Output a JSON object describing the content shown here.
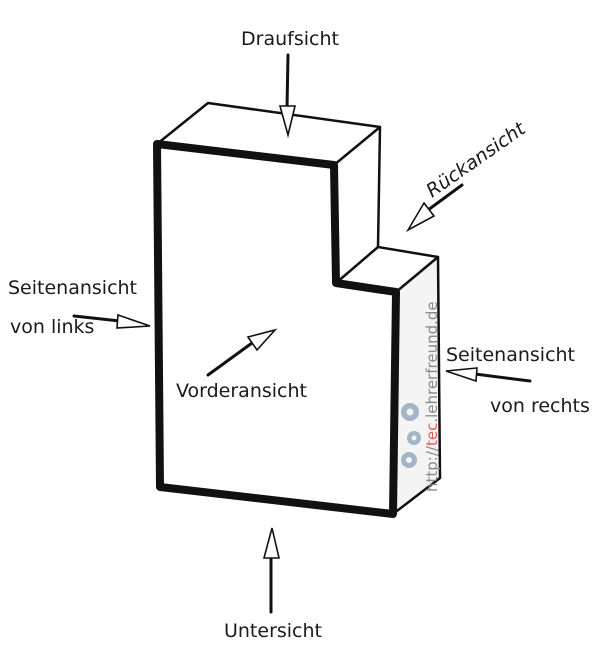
{
  "labels": {
    "top_view": "Draufsicht",
    "back_view": "Rückansicht",
    "left_side_view_line1": "Seitenansicht",
    "left_side_view_line2": "von links",
    "right_side_view_line1": "Seitenansicht",
    "right_side_view_line2": "von rechts",
    "front_view": "Vorderansicht",
    "bottom_view": "Untersicht"
  },
  "watermark": {
    "prefix": "http://",
    "highlight": "tec",
    "suffix": ".lehrerfreund.de"
  },
  "colors": {
    "outline": "#111111",
    "right_face_shade": "#f4f4f4",
    "arrow_head_fill": "#ffffff",
    "watermark_gear": "#8aa0b8"
  }
}
